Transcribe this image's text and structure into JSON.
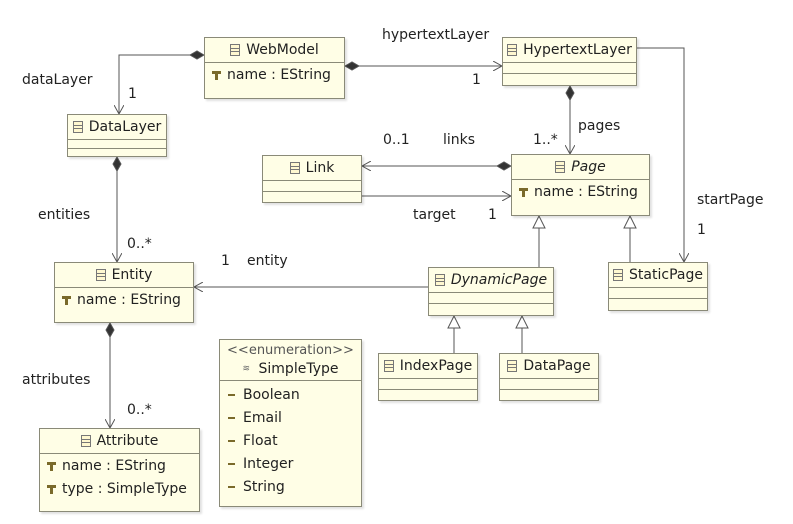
{
  "classes": {
    "webmodel": {
      "name": "WebModel",
      "attr": "name : EString"
    },
    "hypertextlayer": {
      "name": "HypertextLayer"
    },
    "datalayer": {
      "name": "DataLayer"
    },
    "link": {
      "name": "Link"
    },
    "page": {
      "name": "Page",
      "attr": "name : EString"
    },
    "entity": {
      "name": "Entity",
      "attr": "name : EString"
    },
    "dynamicpage": {
      "name": "DynamicPage"
    },
    "staticpage": {
      "name": "StaticPage"
    },
    "indexpage": {
      "name": "IndexPage"
    },
    "datapage": {
      "name": "DataPage"
    },
    "attribute": {
      "name": "Attribute",
      "attrs": [
        "name : EString",
        "type : SimpleType"
      ]
    }
  },
  "enumeration": {
    "stereotype": "<<enumeration>>",
    "name": "SimpleType",
    "literals": [
      "Boolean",
      "Email",
      "Float",
      "Integer",
      "String"
    ]
  },
  "labels": {
    "hypertextLayer_role": "hypertextLayer",
    "hypertextLayer_mult": "1",
    "dataLayer_role": "dataLayer",
    "dataLayer_mult": "1",
    "links_mult": "0..1",
    "links_role": "links",
    "pages_mult": "1..*",
    "pages_role": "pages",
    "target_role": "target",
    "target_mult": "1",
    "startPage_role": "startPage",
    "startPage_mult": "1",
    "entities_role": "entities",
    "entities_mult": "0..*",
    "entity_mult": "1",
    "entity_role": "entity",
    "attributes_role": "attributes",
    "attributes_mult": "0..*"
  },
  "colors": {
    "class_fill": "#fffee6",
    "class_border": "#8a8a78",
    "edge": "#555555"
  }
}
